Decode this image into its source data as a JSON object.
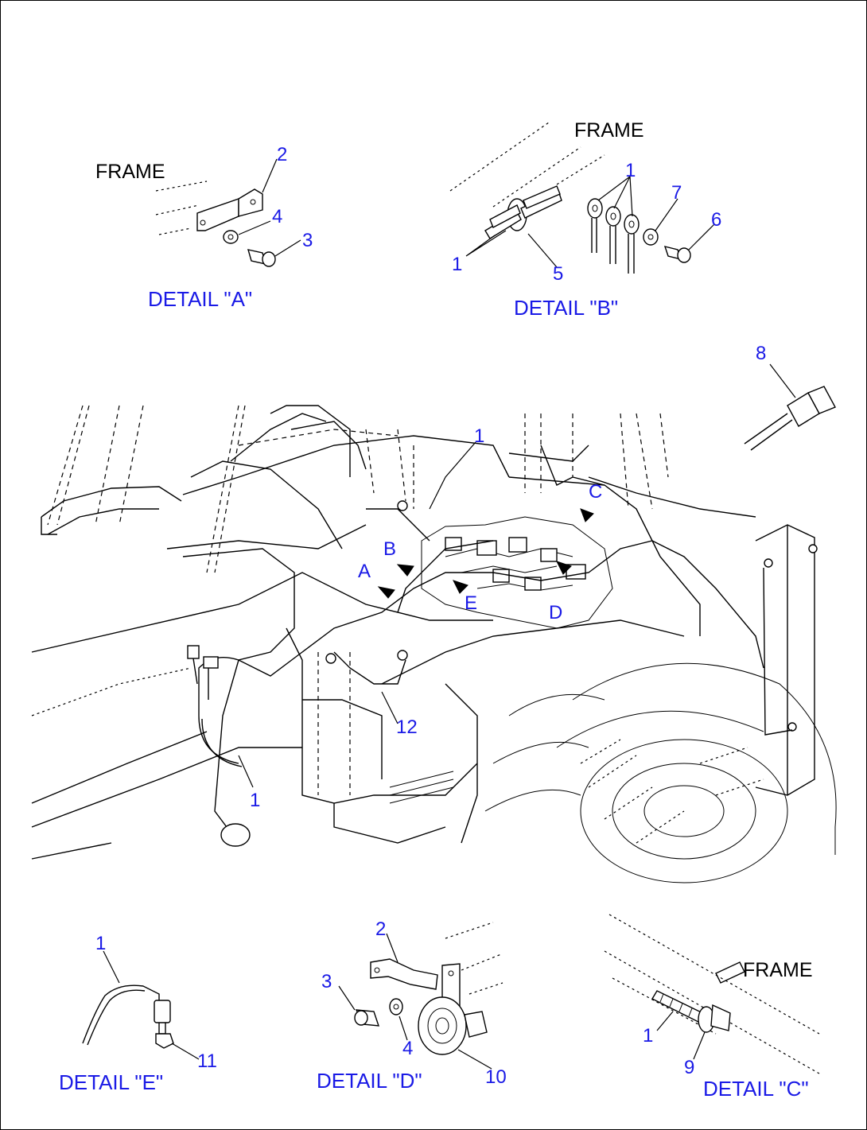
{
  "frame_labels": {
    "a": "FRAME",
    "b": "FRAME",
    "c": "FRAME"
  },
  "details": {
    "a": "DETAIL \"A\"",
    "b": "DETAIL \"B\"",
    "c": "DETAIL \"C\"",
    "d": "DETAIL \"D\"",
    "e": "DETAIL \"E\""
  },
  "callouts": {
    "a_2": "2",
    "a_4": "4",
    "a_3": "3",
    "b_1_top": "1",
    "b_7": "7",
    "b_6": "6",
    "b_1_left": "1",
    "b_5": "5",
    "main_8": "8",
    "main_1_top": "1",
    "main_1_bottom": "1",
    "main_12": "12",
    "e_1": "1",
    "e_11": "11",
    "d_2": "2",
    "d_3": "3",
    "d_4": "4",
    "d_10": "10",
    "c_1": "1",
    "c_9": "9"
  },
  "location_letters": {
    "a": "A",
    "b": "B",
    "c": "C",
    "d": "D",
    "e": "E"
  }
}
